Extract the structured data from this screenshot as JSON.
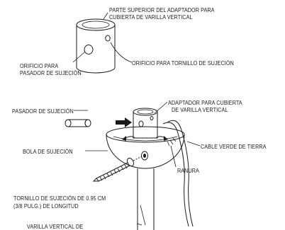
{
  "labels": {
    "top_adapter_line1": "PARTE SUPERIOR DEL ADAPTADOR PARA",
    "top_adapter_line2": "CUBIERTA DE VARILLA VERTICAL",
    "pin_hole_line1": "ORIFICIO PARA",
    "pin_hole_line2": "PASADOR DE SUJECIÓN",
    "screw_hole": "ORIFICIO PARA TORNILLO DE SUJECIÓN",
    "pin": "PASADOR DE SUJECIÓN",
    "adapter_line1": "ADAPTADOR PARA CUBIERTA",
    "adapter_line2": "DE VARILLA VERTICAL",
    "ball": "BOLA DE SUJECIÓN",
    "ground_cable": "CABLE VERDE DE TIERRA",
    "groove": "RANURA",
    "screw_line1": "TORNILLO DE SUJECIÓN DE 0.95 CM",
    "screw_line2": "(3/8 PULG.) DE LONGITUD",
    "rod": "VARILLA VERTICAL DE"
  }
}
